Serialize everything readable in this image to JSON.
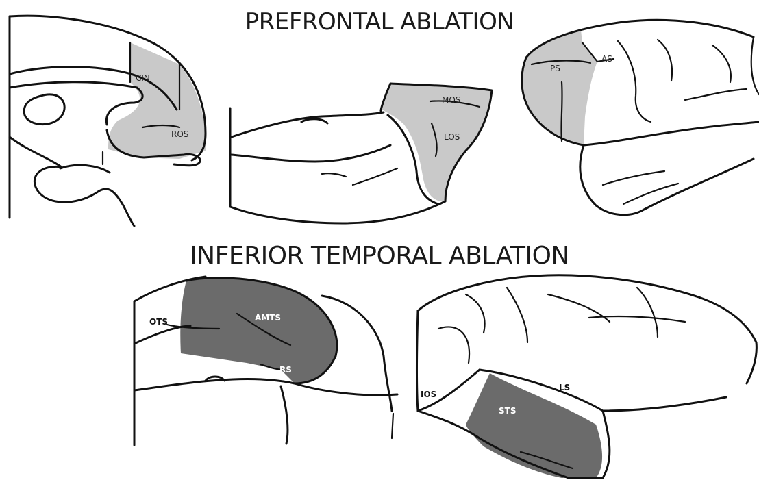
{
  "titles": {
    "prefrontal": "PREFRONTAL ABLATION",
    "inferior_temporal": "INFERIOR TEMPORAL ABLATION"
  },
  "labels": {
    "cin": "CIN",
    "ros": "ROS",
    "mos": "MOS",
    "los": "LOS",
    "ps": "PS",
    "as": "AS",
    "ots": "OTS",
    "amts": "AMTS",
    "rs": "RS",
    "ios": "IOS",
    "ls": "LS",
    "sts": "STS"
  },
  "colors": {
    "prefrontal_lesion": "#c9c9c9",
    "temporal_lesion": "#6b6b6b",
    "outline": "#111111"
  }
}
